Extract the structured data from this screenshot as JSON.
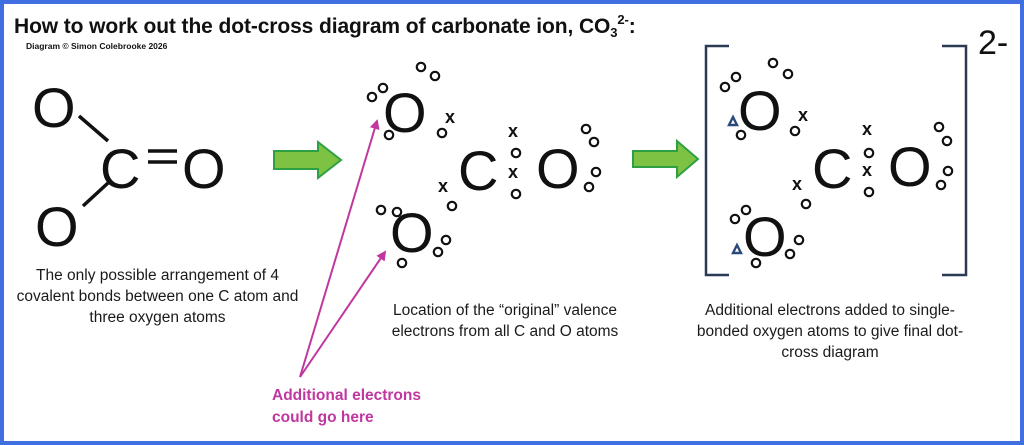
{
  "title": {
    "prefix": "How to work out the dot-cross diagram of carbonate ion, CO",
    "subscript": "3",
    "superscript": "2-",
    "suffix": ":"
  },
  "credit": "Diagram © Simon Colebrooke 2026",
  "panels": [
    {
      "name": "structural-formula",
      "atoms": [
        "O",
        "C",
        "O",
        "O"
      ],
      "bonds": [
        "single C-O (upper left)",
        "single C-O (lower left)",
        "double C=O (right)"
      ],
      "caption": "The only possible arrangement of 4 covalent bonds  between one C atom and three oxygen atoms"
    },
    {
      "name": "original-valence-electrons",
      "atoms": [
        "O",
        "C",
        "O",
        "O"
      ],
      "caption": "Location of the “original” valence electrons from all C and O atoms"
    },
    {
      "name": "final-dot-cross",
      "atoms": [
        "O",
        "C",
        "O",
        "O"
      ],
      "caption": "Additional electrons added to single-bonded oxygen atoms to give final dot-cross diagram",
      "charge": "2-"
    }
  ],
  "annotation": {
    "line1": "Additional electrons",
    "line2": "could go here",
    "color": "#c0379f"
  },
  "symbols": {
    "oxygen": "O",
    "carbon": "C",
    "cross": "x"
  },
  "colors": {
    "frame": "#3f6fe0",
    "arrow_fill": "#7dc242",
    "arrow_stroke": "#2ea043",
    "bracket": "#2b3a55",
    "extra_electron": "#2b4a7a"
  }
}
